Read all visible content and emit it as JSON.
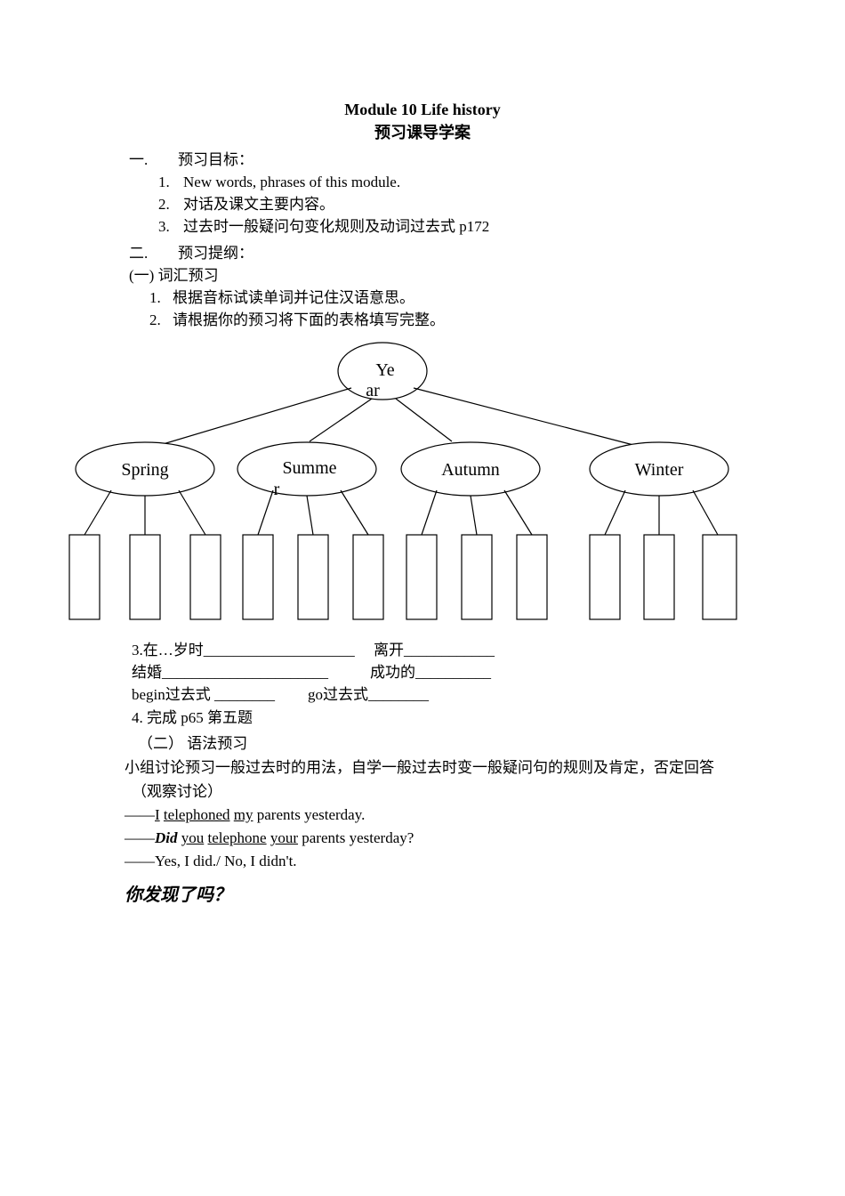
{
  "page": {
    "title": "Module 10 Life history",
    "subtitle": "预习课导学案"
  },
  "objectives": {
    "num": "一.",
    "heading": "预习目标：",
    "items": [
      {
        "num": "1.",
        "text": "New words, phrases of this module."
      },
      {
        "num": "2.",
        "text": "对话及课文主要内容。"
      },
      {
        "num": "3.",
        "text": "过去时一般疑问句变化规则及动词过去式 p172"
      }
    ]
  },
  "outline": {
    "num": "二.",
    "heading": "预习提纲：",
    "vocab_heading": "(一) 词汇预习",
    "vocab_items": [
      {
        "num": "1.",
        "text": "根据音标试读单词并记住汉语意思。"
      },
      {
        "num": "2.",
        "text": "请根据你的预习将下面的表格填写完整。"
      }
    ]
  },
  "diagram": {
    "root_line1": "Ye",
    "root_line2": "ar",
    "seasons": [
      {
        "line1": "Spring",
        "line2": ""
      },
      {
        "line1": "Summe",
        "line2": "r"
      },
      {
        "line1": "Autumn",
        "line2": ""
      },
      {
        "line1": "Winter",
        "line2": ""
      }
    ]
  },
  "fill_ins": {
    "line1_left": "3.在…岁时____________________",
    "line1_right": "离开____________",
    "line2_left": "结婚______________________",
    "line2_right": "成功的__________",
    "line3_left": "begin过去式 ________",
    "line3_right": "go过去式________",
    "line4": "4. 完成 p65 第五题"
  },
  "grammar": {
    "heading": "（二） 语法预习",
    "para_line1": "小组讨论预习一般过去时的用法，自学一般过去时变一般疑问句的规则及肯定，否定回答",
    "para_line2": "（观察讨论）",
    "s1": {
      "dash": "——",
      "u1": "I",
      "u2": "telephoned",
      "u3": "my",
      "rest": "parents yesterday."
    },
    "s2": {
      "dash": "——",
      "did": "Did",
      "u1": "you",
      "u2": "telephone",
      "u3": "your",
      "rest": "parents yesterday?"
    },
    "s3": "——Yes, I did./ No, I didn't.",
    "question": "你发现了吗？"
  }
}
